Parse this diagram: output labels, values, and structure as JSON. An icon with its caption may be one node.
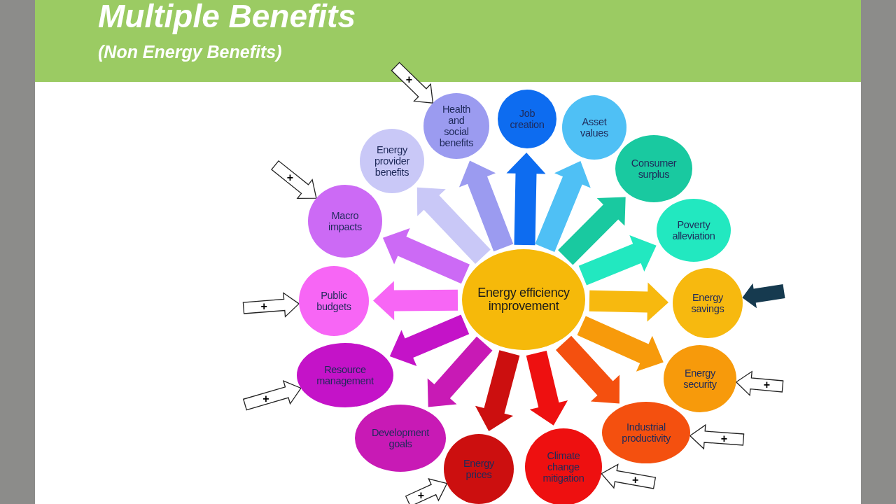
{
  "diagram": {
    "title": "Multiple Benefits",
    "nodes": [
      {
        "text": [
          "Energy efficiency improvement"
        ]
      },
      {
        "text": [
          "Job creation"
        ]
      },
      {
        "text": [
          "Asset values"
        ]
      },
      {
        "text": [
          "Consumer surplus"
        ]
      },
      {
        "text": [
          "Poverty alleviation"
        ]
      },
      {
        "text": [
          "Energy savings"
        ]
      },
      {
        "text": [
          "Energy security"
        ]
      },
      {
        "text": [
          "Industrial productivity"
        ]
      },
      {
        "text": [
          "Climate change mitigation"
        ]
      },
      {
        "text": [
          "Energy prices"
        ]
      },
      {
        "text": [
          "Development goals"
        ]
      },
      {
        "text": [
          "Resource management"
        ]
      },
      {
        "text": [
          "Public budgets"
        ]
      },
      {
        "text": [
          "Macro impacts"
        ]
      },
      {
        "text": [
          "Energy provider benefits"
        ]
      },
      {
        "text": [
          "Health and social benefits"
        ]
      }
    ],
    "edges": [
      {
        "from": 0,
        "to": 1,
        "arrow": "to",
        "style": "thick",
        "color": "#0d6cf0"
      },
      {
        "from": 0,
        "to": 2,
        "arrow": "to",
        "style": "thick",
        "color": "#4fc0f5"
      },
      {
        "from": 0,
        "to": 3,
        "arrow": "to",
        "style": "thick",
        "color": "#19c9a0"
      },
      {
        "from": 0,
        "to": 4,
        "arrow": "to",
        "style": "thick",
        "color": "#22e8c0"
      },
      {
        "from": 0,
        "to": 5,
        "arrow": "to",
        "style": "thick",
        "color": "#f7b90f"
      },
      {
        "from": 0,
        "to": 6,
        "arrow": "to",
        "style": "thick",
        "color": "#f79a0b"
      },
      {
        "from": 0,
        "to": 7,
        "arrow": "to",
        "style": "thick",
        "color": "#f4500f"
      },
      {
        "from": 0,
        "to": 8,
        "arrow": "to",
        "style": "thick",
        "color": "#ee1010"
      },
      {
        "from": 0,
        "to": 9,
        "arrow": "to",
        "style": "thick",
        "color": "#cc0f0f"
      },
      {
        "from": 0,
        "to": 10,
        "arrow": "to",
        "style": "thick",
        "color": "#c81ab5"
      },
      {
        "from": 0,
        "to": 11,
        "arrow": "to",
        "style": "thick",
        "color": "#c413c8"
      },
      {
        "from": 0,
        "to": 12,
        "arrow": "to",
        "style": "thick",
        "color": "#f766f5"
      },
      {
        "from": 0,
        "to": 13,
        "arrow": "to",
        "style": "thick",
        "color": "#cc6af5"
      },
      {
        "from": 0,
        "to": 14,
        "arrow": "to",
        "style": "thick",
        "color": "#c9c8f7"
      },
      {
        "from": 0,
        "to": 15,
        "arrow": "to",
        "style": "thick",
        "color": "#9b9bf0"
      },
      {
        "from": null,
        "to": 15,
        "arrow": "to",
        "label": "+"
      },
      {
        "from": null,
        "to": 13,
        "arrow": "to",
        "label": "+"
      },
      {
        "from": null,
        "to": 12,
        "arrow": "to",
        "label": "+"
      },
      {
        "from": null,
        "to": 11,
        "arrow": "to",
        "label": "+"
      },
      {
        "from": null,
        "to": 6,
        "arrow": "to",
        "label": "+"
      },
      {
        "from": null,
        "to": 7,
        "arrow": "to",
        "label": "+"
      },
      {
        "from": null,
        "to": 8,
        "arrow": "to",
        "label": "+"
      },
      {
        "from": null,
        "to": 9,
        "arrow": "to",
        "label": "+"
      },
      {
        "from": null,
        "to": 5,
        "arrow": "to",
        "style": "thick",
        "color": "#163a4f"
      }
    ],
    "labels": [
      "(Non Energy Benefits)"
    ]
  }
}
